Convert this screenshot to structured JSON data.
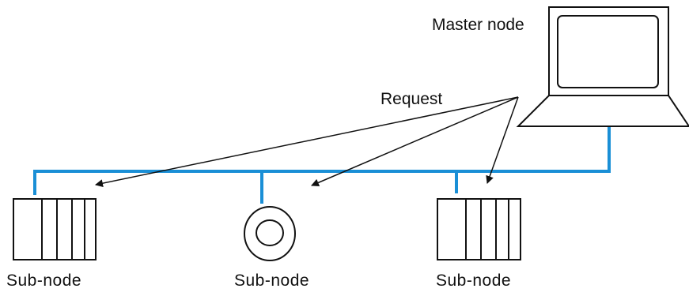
{
  "labels": {
    "master": "Master node",
    "request": "Request",
    "subnodes": [
      "Sub-node",
      "Sub-node",
      "Sub-node"
    ]
  },
  "icons": {
    "master": "laptop-icon",
    "subnodes": [
      "plc-rack-icon",
      "disc-device-icon",
      "plc-rack-icon"
    ]
  },
  "colors": {
    "network_bus": "#1a8fd6",
    "line": "#111111",
    "background": "#ffffff"
  }
}
